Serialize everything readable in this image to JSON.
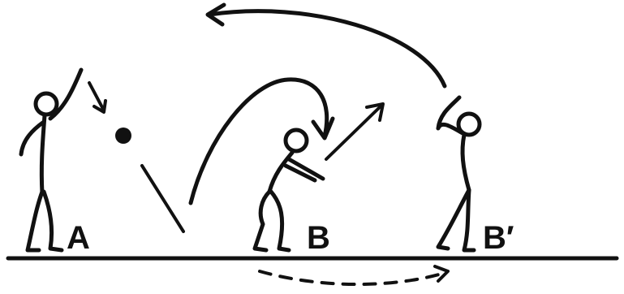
{
  "labels": {
    "player_a": "A",
    "player_b": "B",
    "player_b_prime": "B′"
  },
  "colors": {
    "ink": "#111111",
    "background": "#ffffff"
  }
}
